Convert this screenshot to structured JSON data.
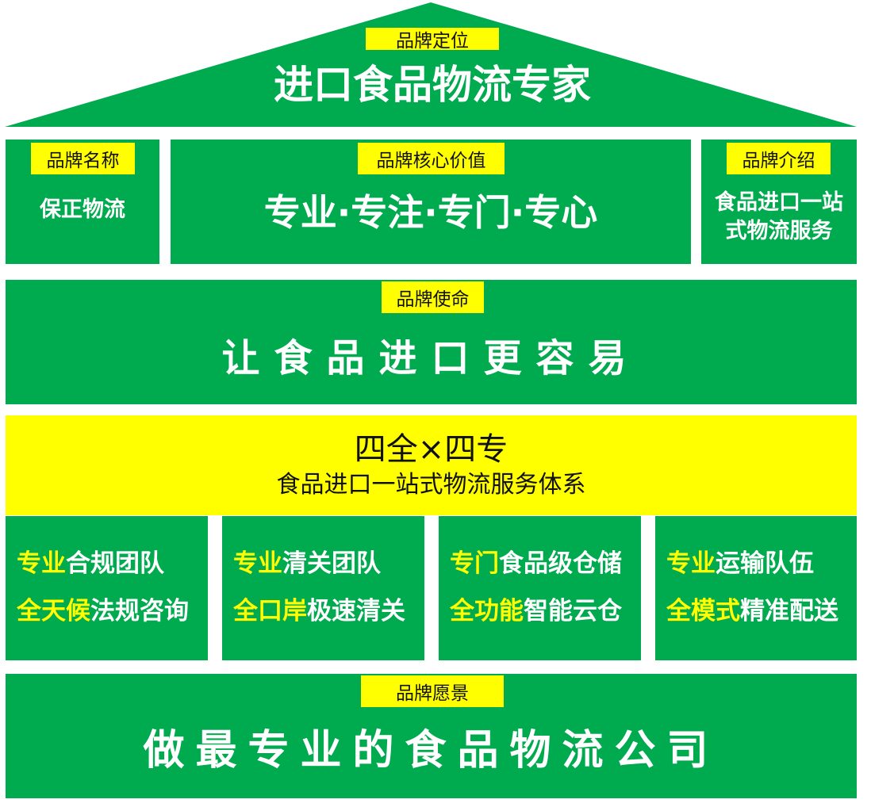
{
  "colors": {
    "green": "#00aa4f",
    "yellow": "#ffff00",
    "white": "#ffffff"
  },
  "roof": {
    "tag": "品牌定位",
    "text": "进口食品物流专家"
  },
  "name_box": {
    "tag": "品牌名称",
    "text": "保正物流"
  },
  "core_box": {
    "tag": "品牌核心价值",
    "text": "专业·专注·专门·专心"
  },
  "intro_box": {
    "tag": "品牌介绍",
    "line1": "食品进口一站",
    "line2": "式物流服务"
  },
  "mission": {
    "tag": "品牌使命",
    "text": "让食品进口更容易"
  },
  "system": {
    "title": "四全×四专",
    "subtitle": "食品进口一站式物流服务体系"
  },
  "cells": [
    {
      "l1_hl": "专业",
      "l1_rest": "合规团队",
      "l2_hl": "全天候",
      "l2_rest": "法规咨询"
    },
    {
      "l1_hl": "专业",
      "l1_rest": "清关团队",
      "l2_hl": "全口岸",
      "l2_rest": "极速清关"
    },
    {
      "l1_hl": "专门",
      "l1_rest": "食品级仓储",
      "l2_hl": "全功能",
      "l2_rest": "智能云仓"
    },
    {
      "l1_hl": "专业",
      "l1_rest": "运输队伍",
      "l2_hl": "全模式",
      "l2_rest": "精准配送"
    }
  ],
  "vision": {
    "tag": "品牌愿景",
    "text": "做最专业的食品物流公司"
  }
}
